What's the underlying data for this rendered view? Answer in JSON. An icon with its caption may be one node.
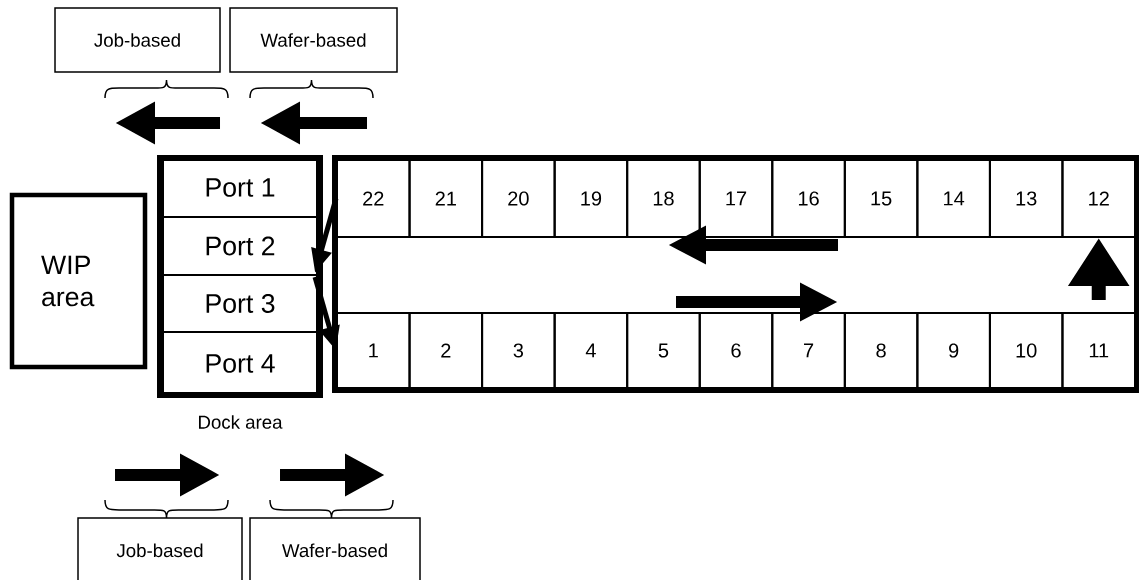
{
  "diagram": {
    "nodes": [
      {
        "text": [
          "Job-based"
        ]
      },
      {
        "text": [
          "Wafer-based"
        ]
      },
      {
        "text": [
          "WIP area"
        ]
      },
      {
        "text": [],
        "shape": "box",
        "beside": [
          "Dock area"
        ]
      },
      {
        "text": [
          "Port 1"
        ],
        "in": 3
      },
      {
        "text": [
          "Port 2"
        ],
        "in": 3
      },
      {
        "text": [
          "Port 3"
        ],
        "in": 3
      },
      {
        "text": [
          "Port 4"
        ],
        "in": 3
      },
      {
        "text": [],
        "shape": "box"
      },
      {
        "text": [
          "22"
        ],
        "in": 8
      },
      {
        "text": [
          "21"
        ],
        "in": 8
      },
      {
        "text": [
          "20"
        ],
        "in": 8
      },
      {
        "text": [
          "19"
        ],
        "in": 8
      },
      {
        "text": [
          "18"
        ],
        "in": 8
      },
      {
        "text": [
          "17"
        ],
        "in": 8
      },
      {
        "text": [
          "16"
        ],
        "in": 8
      },
      {
        "text": [
          "15"
        ],
        "in": 8
      },
      {
        "text": [
          "14"
        ],
        "in": 8
      },
      {
        "text": [
          "13"
        ],
        "in": 8
      },
      {
        "text": [
          "12"
        ],
        "in": 8
      },
      {
        "text": [
          "1"
        ],
        "in": 8
      },
      {
        "text": [
          "2"
        ],
        "in": 8
      },
      {
        "text": [
          "3"
        ],
        "in": 8
      },
      {
        "text": [
          "4"
        ],
        "in": 8
      },
      {
        "text": [
          "5"
        ],
        "in": 8
      },
      {
        "text": [
          "6"
        ],
        "in": 8
      },
      {
        "text": [
          "7"
        ],
        "in": 8
      },
      {
        "text": [
          "8"
        ],
        "in": 8
      },
      {
        "text": [
          "9"
        ],
        "in": 8
      },
      {
        "text": [
          "10"
        ],
        "in": 8
      },
      {
        "text": [
          "11"
        ],
        "in": 8
      },
      {
        "text": [
          "Job-based"
        ]
      },
      {
        "text": [
          "Wafer-based"
        ]
      }
    ],
    "edges": [
      {
        "from": 9,
        "to": 5,
        "arrow": "to"
      },
      {
        "from": 6,
        "to": 20,
        "arrow": "to"
      },
      {
        "from": 30,
        "to": 19,
        "arrow": "to",
        "style": "thick"
      }
    ]
  }
}
